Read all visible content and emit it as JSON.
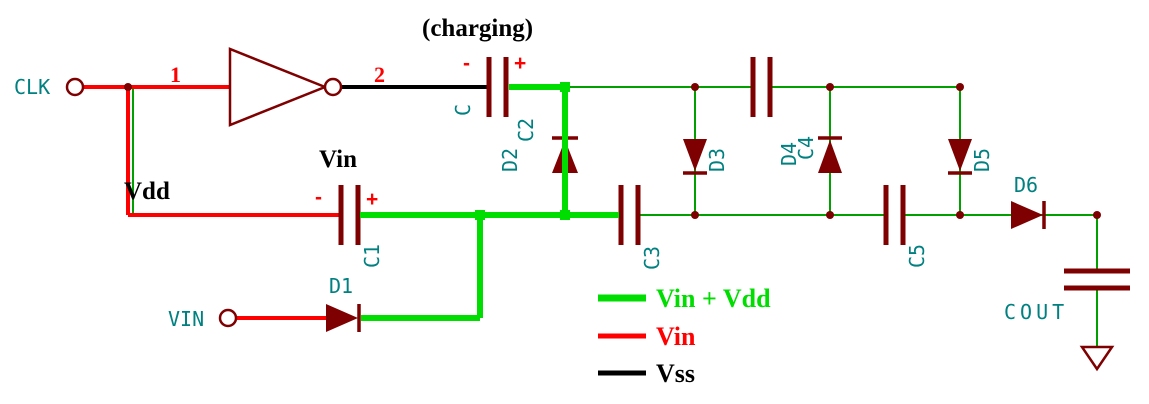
{
  "colors": {
    "wire_green": "#00a000",
    "highlight_green": "#00dd00",
    "wire_red": "#ff0000",
    "wire_black": "#000000",
    "component_maroon": "#7f0000",
    "label_teal": "#008080"
  },
  "ports": {
    "clk": "CLK",
    "vin": "VIN"
  },
  "pins": {
    "pin1": "1",
    "pin2": "2"
  },
  "notes": {
    "charging": "(charging)",
    "vdd": "Vdd",
    "vin": "Vin"
  },
  "polarity": {
    "minus": "-",
    "plus": "+"
  },
  "refs": {
    "c": "C",
    "c1": "C1",
    "c2": "C2",
    "c3": "C3",
    "c4": "C4",
    "c5": "C5",
    "cout": "COUT",
    "d1": "D1",
    "d2": "D2",
    "d3": "D3",
    "d4": "D4",
    "d5": "D5",
    "d6": "D6"
  },
  "legend": {
    "items": [
      {
        "label": "Vin + Vdd",
        "color": "#00dd00"
      },
      {
        "label": "Vin",
        "color": "#ff0000"
      },
      {
        "label": "Vss",
        "color": "#000000"
      }
    ]
  }
}
